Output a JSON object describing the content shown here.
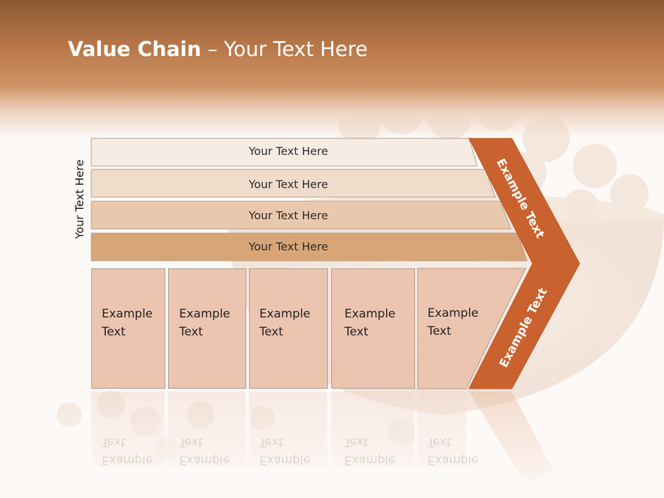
{
  "slide": {
    "title_bold": "Value Chain",
    "title_rest": " – Your Text Here",
    "side_label": "Your Text Here"
  },
  "bars": [
    {
      "label": "Your Text Here",
      "fill": "#f6ece4"
    },
    {
      "label": "Your Text Here",
      "fill": "#f0dccb"
    },
    {
      "label": "Your Text Here",
      "fill": "#e9c9ad"
    },
    {
      "label": "Your Text Here",
      "fill": "#d8a676"
    }
  ],
  "cards": [
    {
      "label": "Example Text"
    },
    {
      "label": "Example Text"
    },
    {
      "label": "Example Text"
    },
    {
      "label": "Example Text"
    },
    {
      "label": "Example Text"
    }
  ],
  "chevron": {
    "upper_label": "Example Text",
    "lower_label": "Example Text",
    "fill": "#c9622f"
  },
  "colors": {
    "header": "#b9784a",
    "card_fill": "#ecc5b0",
    "accent": "#c9622f"
  }
}
